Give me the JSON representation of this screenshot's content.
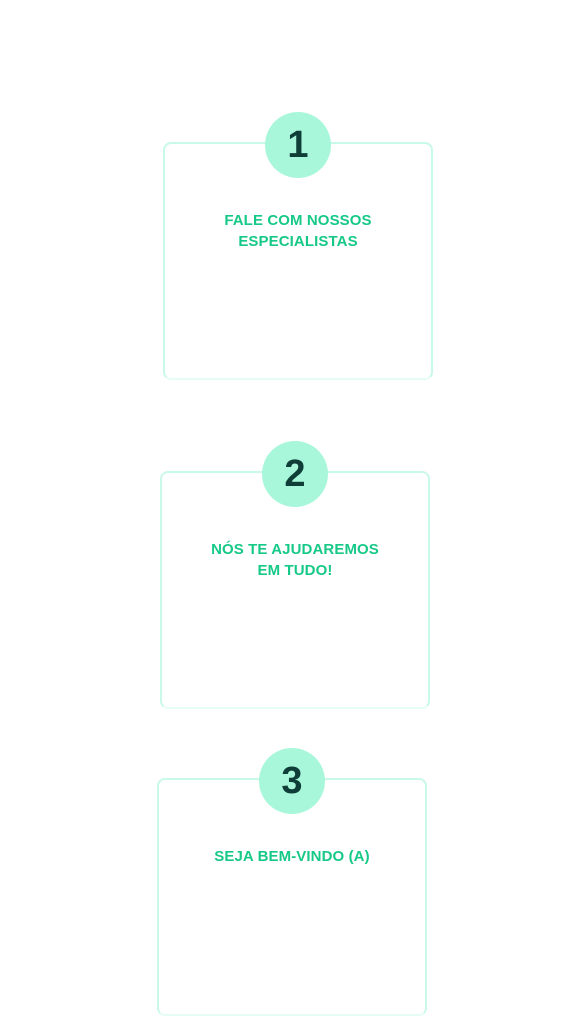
{
  "steps": [
    {
      "number": "1",
      "lines": [
        "FALE COM NOSSOS",
        "ESPECIALISTAS"
      ]
    },
    {
      "number": "2",
      "lines": [
        "NÓS TE AJUDAREMOS",
        "EM TUDO!"
      ]
    },
    {
      "number": "3",
      "lines": [
        "SEJA BEM-VINDO (A)"
      ]
    }
  ],
  "colors": {
    "badge_bg": "#a8f7da",
    "badge_text": "#0f3e38",
    "step_text": "#17c987",
    "card_border": "#c9f9e9"
  }
}
